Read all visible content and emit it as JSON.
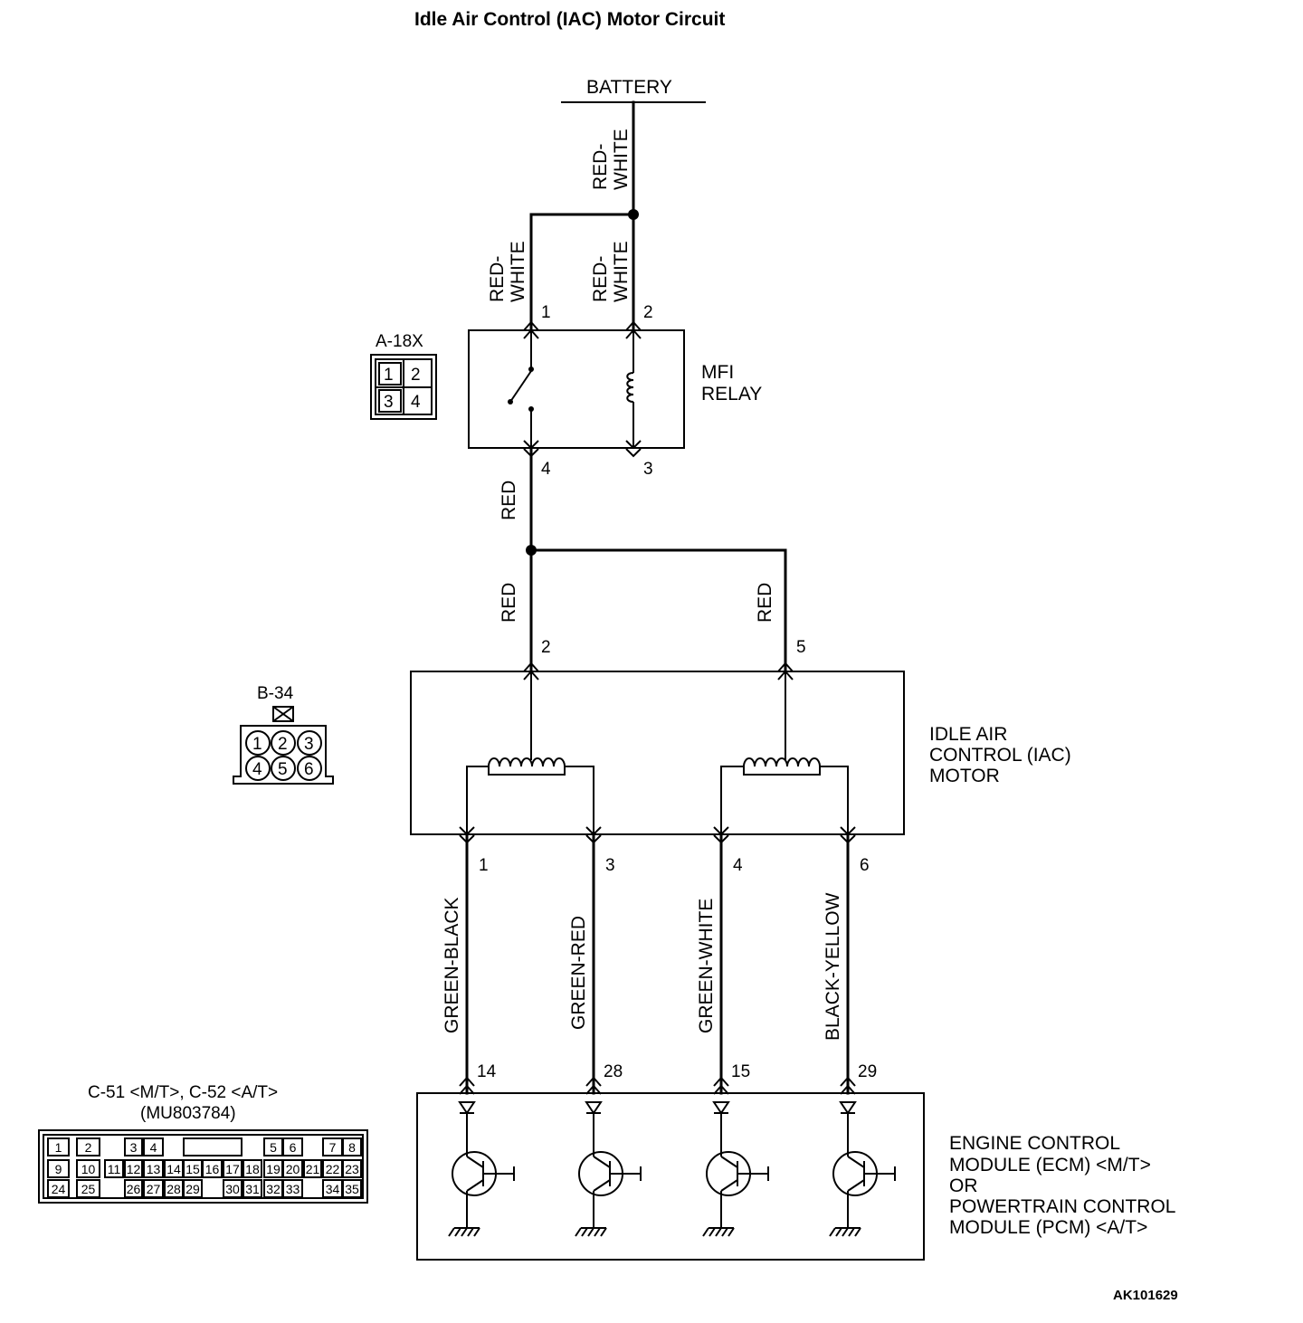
{
  "title": "Idle Air Control (IAC) Motor Circuit",
  "figure_code": "AK101629",
  "battery": {
    "label": "BATTERY"
  },
  "wires": {
    "battery_feed": "RED-WHITE",
    "relay_pin1": "RED-WHITE",
    "relay_pin2": "RED-WHITE",
    "relay_out": "RED",
    "iac_pin2": "RED",
    "iac_pin5": "RED",
    "iac_pin1": "GREEN-BLACK",
    "iac_pin3": "GREEN-RED",
    "iac_pin4": "GREEN-WHITE",
    "iac_pin6": "BLACK-YELLOW"
  },
  "mfi_relay": {
    "label_line1": "MFI",
    "label_line2": "RELAY",
    "pins": [
      "1",
      "2",
      "4",
      "3"
    ]
  },
  "iac_motor": {
    "label_line1": "IDLE AIR",
    "label_line2": "CONTROL (IAC)",
    "label_line3": "MOTOR",
    "top_pins": [
      "2",
      "5"
    ],
    "bottom_pins": [
      "1",
      "3",
      "4",
      "6"
    ]
  },
  "ecm": {
    "label_line1": "ENGINE CONTROL",
    "label_line2": "MODULE (ECM) <M/T>",
    "label_line3": "OR",
    "label_line4": "POWERTRAIN CONTROL",
    "label_line5": "MODULE (PCM) <A/T>",
    "pins": [
      "14",
      "28",
      "15",
      "29"
    ]
  },
  "connector_a18x": {
    "name": "A-18X",
    "cells": [
      "1",
      "2",
      "3",
      "4"
    ]
  },
  "connector_b34": {
    "name": "B-34",
    "cells": [
      "1",
      "2",
      "3",
      "4",
      "5",
      "6"
    ]
  },
  "connector_c51": {
    "name_line1": "C-51 <M/T>, C-52 <A/T>",
    "name_line2": "(MU803784)",
    "row1": [
      "1",
      "2",
      "3",
      "4",
      "5",
      "6",
      "7",
      "8"
    ],
    "row2": [
      "9",
      "10",
      "11",
      "12",
      "13",
      "14",
      "15",
      "16",
      "17",
      "18",
      "19",
      "20",
      "21",
      "22",
      "23"
    ],
    "row3": [
      "24",
      "25",
      "26",
      "27",
      "28",
      "29",
      "30",
      "31",
      "32",
      "33",
      "34",
      "35"
    ]
  }
}
